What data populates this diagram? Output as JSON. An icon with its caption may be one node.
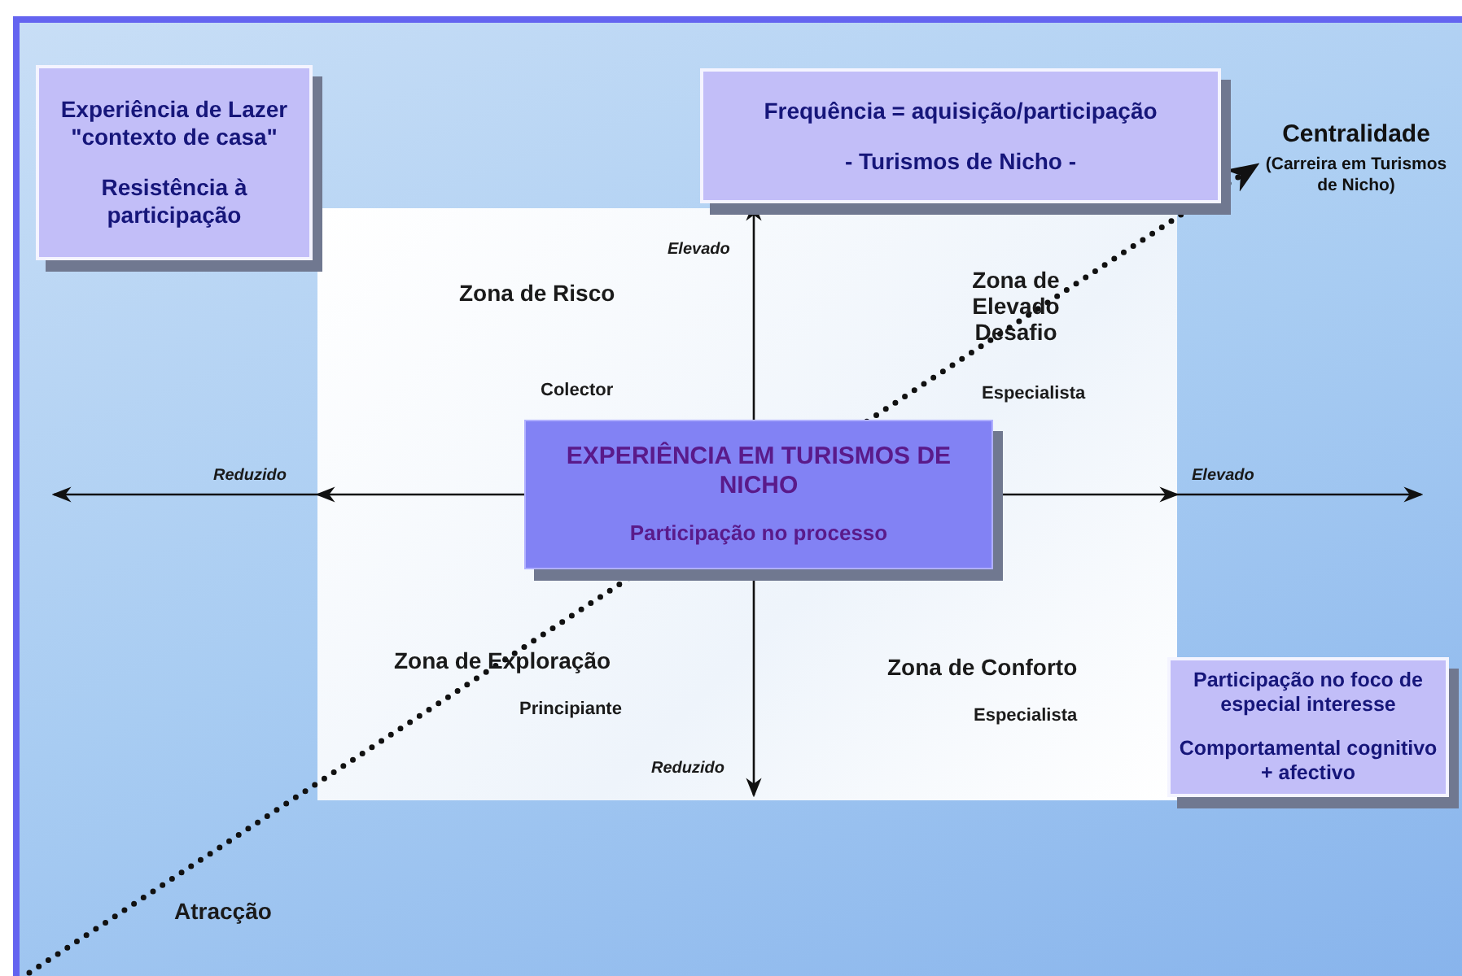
{
  "diagram": {
    "nodes": [
      {
        "text": [
          "Experiência de Lazer \"contexto de casa\"",
          "Resistência à participação"
        ]
      },
      {
        "text": [
          "Frequência = aquisição/participação",
          "- Turismos de Nicho -"
        ]
      },
      {
        "text": [
          "Centralidade",
          "(Carreira em Turismos de Nicho)"
        ]
      },
      {
        "text": [
          "EXPERIÊNCIA EM TURISMOS DE NICHO",
          "Participação no processo"
        ]
      },
      {
        "text": [
          "Participação no foco de especial interesse",
          "Comportamental cognitivo + afectivo"
        ]
      }
    ],
    "edges": [
      {
        "from": null,
        "to": 2,
        "arrow": "to",
        "style": "dashed"
      },
      {
        "from": 3,
        "to": 1,
        "arrow": "to"
      },
      {
        "from": 3,
        "to": null,
        "arrow": "to"
      },
      {
        "from": 3,
        "to": null,
        "arrow": "to"
      },
      {
        "from": 3,
        "to": null,
        "arrow": "to"
      }
    ],
    "labels": [
      "Elevado",
      "Zona de Risco",
      "Zona de Elevado Desafio",
      "Colector",
      "Especialista",
      "Reduzido",
      "Elevado",
      "Zona de Exploração",
      "Zona de Conforto",
      "Principiante",
      "Especialista",
      "Reduzido",
      "Atracção"
    ]
  }
}
